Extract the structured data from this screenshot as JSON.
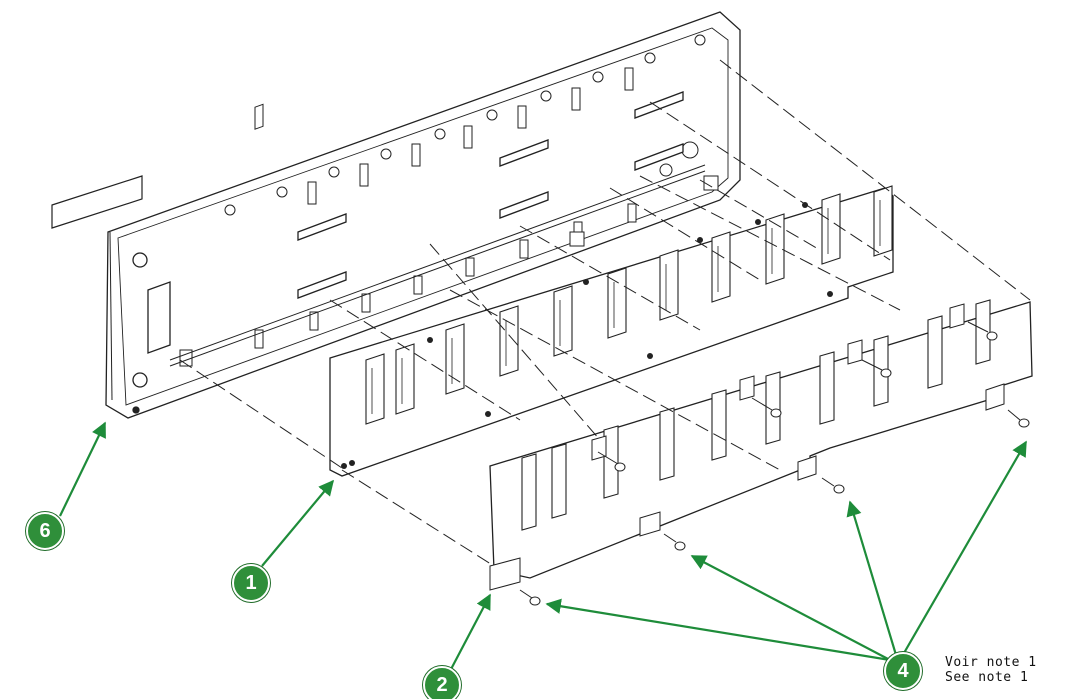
{
  "callouts": [
    {
      "id": "c6",
      "label": "6"
    },
    {
      "id": "c1",
      "label": "1"
    },
    {
      "id": "c2",
      "label": "2"
    },
    {
      "id": "c4",
      "label": "4"
    }
  ],
  "notes": {
    "line1": "Voir note 1",
    "line2": "See note 1"
  },
  "colors": {
    "callout": "#2f8f3a",
    "arrow": "#1e8c3a",
    "line": "#222222"
  }
}
